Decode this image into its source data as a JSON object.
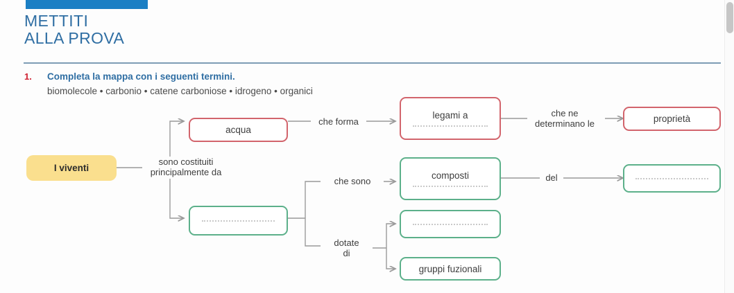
{
  "header": {
    "title_line1": "METTITI",
    "title_line2": "ALLA PROVA",
    "accent_blue": "#1b7fc4",
    "title_color": "#2f6ea3"
  },
  "question": {
    "number": "1.",
    "prompt": "Completa la mappa con i seguenti termini.",
    "terms": "biomolecole • carbonio • catene carboniose • idrogeno • organici"
  },
  "diagram": {
    "type": "concept-map",
    "colors": {
      "yellow_fill": "#fadf8e",
      "red_border": "#d2646c",
      "green_border": "#5cb08a",
      "connector": "#9a9a9a"
    },
    "nodes": {
      "root": "I viventi",
      "acqua": "acqua",
      "legami": "legami a",
      "proprieta": "proprietà",
      "composti": "composti",
      "gruppi": "gruppi fuzionali",
      "blank_left": "",
      "blank_del": "",
      "blank_dotate": ""
    },
    "connectors": {
      "sono_costituiti_l1": "sono costituiti",
      "sono_costituiti_l2": "principalmente da",
      "che_forma": "che forma",
      "che_ne_l1": "che ne",
      "che_ne_l2": "determinano le",
      "che_sono": "che sono",
      "dotate_l1": "dotate",
      "dotate_l2": "di",
      "del": "del"
    }
  }
}
